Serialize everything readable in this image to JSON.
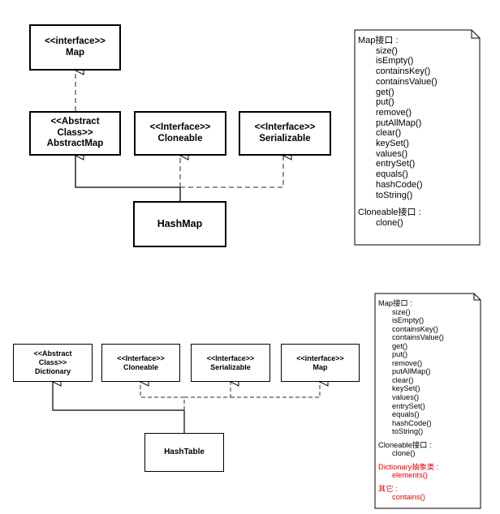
{
  "top_diagram": {
    "map_interface": "<<interface>>\nMap",
    "abstract_map": "<<Abstract\nClass>>\nAbstractMap",
    "cloneable": "<<Interface>>\nCloneable",
    "serializable": "<<Interface>>\nSerializable",
    "hashmap": "HashMap"
  },
  "top_note": {
    "map_heading": "Map接口 :",
    "map_methods": [
      "size()",
      "isEmpty()",
      "containsKey()",
      "containsValue()",
      "get()",
      "put()",
      "remove()",
      "putAllMap()",
      "clear()",
      "keySet()",
      "values()",
      "entrySet()",
      "equals()",
      "hashCode()",
      "toString()"
    ],
    "cloneable_heading": "Cloneable接口 :",
    "cloneable_methods": [
      "clone()"
    ]
  },
  "bottom_diagram": {
    "dictionary": "<<Abstract\nClass>>\nDictionary",
    "cloneable": "<<Interface>>\nCloneable",
    "serializable": "<<Interface>>\nSerializable",
    "map_interface": "<<interface>>\nMap",
    "hashtable": "HashTable"
  },
  "bottom_note": {
    "map_heading": "Map接口 :",
    "map_methods": [
      "size()",
      "isEmpty()",
      "containsKey()",
      "containsValue()",
      "get()",
      "put()",
      "remove()",
      "putAllMap()",
      "clear()",
      "keySet()",
      "values()",
      "entrySet()",
      "equals()",
      "hashCode()",
      "toString()"
    ],
    "cloneable_heading": "Cloneable接口 :",
    "cloneable_methods": [
      "clone()"
    ],
    "dictionary_heading": "Dictionary抽象类 :",
    "dictionary_methods": [
      "elements()"
    ],
    "other_heading": "其它 :",
    "other_methods": [
      "contains()"
    ]
  },
  "colors": {
    "line": "#000000",
    "dashed_line": "#555555",
    "note_highlight": "#e00000"
  }
}
